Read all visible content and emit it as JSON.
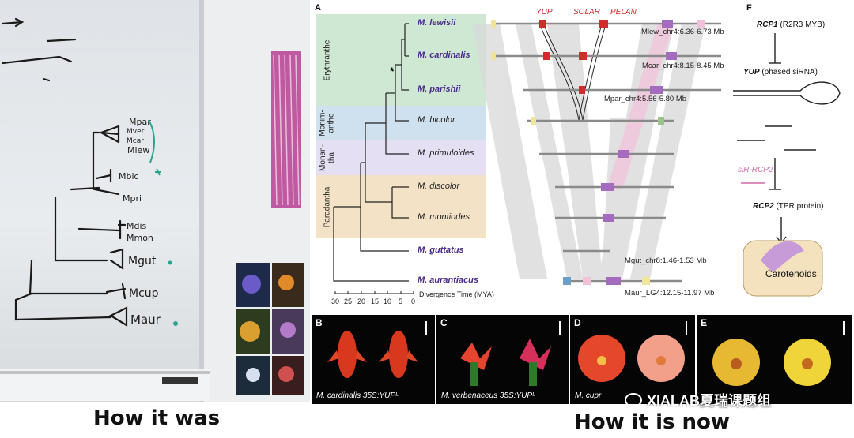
{
  "left": {
    "whiteboard_labels": [
      "Mpar",
      "Mver",
      "Mcar",
      "Mlew",
      "Mbic",
      "Mpri",
      "Mdis",
      "Mmon",
      "Mgut",
      "Mcup",
      "Maur"
    ],
    "caption": "How it was"
  },
  "right_caption": "How it is now",
  "figure": {
    "panel_labels": {
      "a": "A",
      "f": "F"
    },
    "clades": [
      "Erythranthe",
      "Monim-anthe",
      "Monan-tha",
      "Paradantha"
    ],
    "taxa": [
      {
        "name": "M. lewisii",
        "highlight": true
      },
      {
        "name": "M. cardinalis",
        "highlight": true
      },
      {
        "name": "M. parishii",
        "highlight": true
      },
      {
        "name": "M. bicolor",
        "highlight": false
      },
      {
        "name": "M. primuloides",
        "highlight": false
      },
      {
        "name": "M. discolor",
        "highlight": false
      },
      {
        "name": "M. montiodes",
        "highlight": false
      },
      {
        "name": "M. guttatus",
        "highlight": true
      },
      {
        "name": "M. aurantiacus",
        "highlight": true
      }
    ],
    "asterisk": "*",
    "genes": [
      "YUP",
      "SOLAR",
      "PELAN"
    ],
    "chromosome_labels": [
      "Mlew_chr4:6.36-6.73 Mb",
      "Mcar_chr4:8.15-8.45 Mb",
      "Mpar_chr4:5.56-5.80 Mb",
      "Mgut_chr8:1.46-1.53 Mb",
      "Maur_LG4:12.15-11.97 Mb"
    ],
    "axis": {
      "ticks": [
        "30",
        "25",
        "20",
        "15",
        "10",
        "5",
        "0"
      ],
      "label": "Divergence Time (MYA)"
    },
    "pathway": {
      "rcp1_name": "RCP1",
      "rcp1_desc": "(R2R3 MYB)",
      "yup_name": "YUP",
      "yup_desc": "(phased siRNA)",
      "sirna": "siR-RCP2",
      "rcp2_name": "RCP2",
      "rcp2_desc": "(TPR protein)",
      "product": "Carotenoids"
    }
  },
  "photos": [
    {
      "letter": "B",
      "caption": "M. cardinalis     35S:YUPᴸ",
      "bg": "#050505"
    },
    {
      "letter": "C",
      "caption": "M. verbenaceus     35S:YUPᴸ",
      "bg": "#050505"
    },
    {
      "letter": "D",
      "caption": "M. cupr",
      "bg": "#050505"
    },
    {
      "letter": "E",
      "caption": "",
      "bg": "#050505"
    }
  ],
  "watermark": "XIALAB夏瑞课题组",
  "colors": {
    "purple_taxon": "#4b2a8c",
    "gene_red": "#d12b2b",
    "erythranthe": "#cfe8d3",
    "monimanthe": "#cfe1ee",
    "monantha": "#e4dff2",
    "paradantha": "#f4e2c6"
  }
}
